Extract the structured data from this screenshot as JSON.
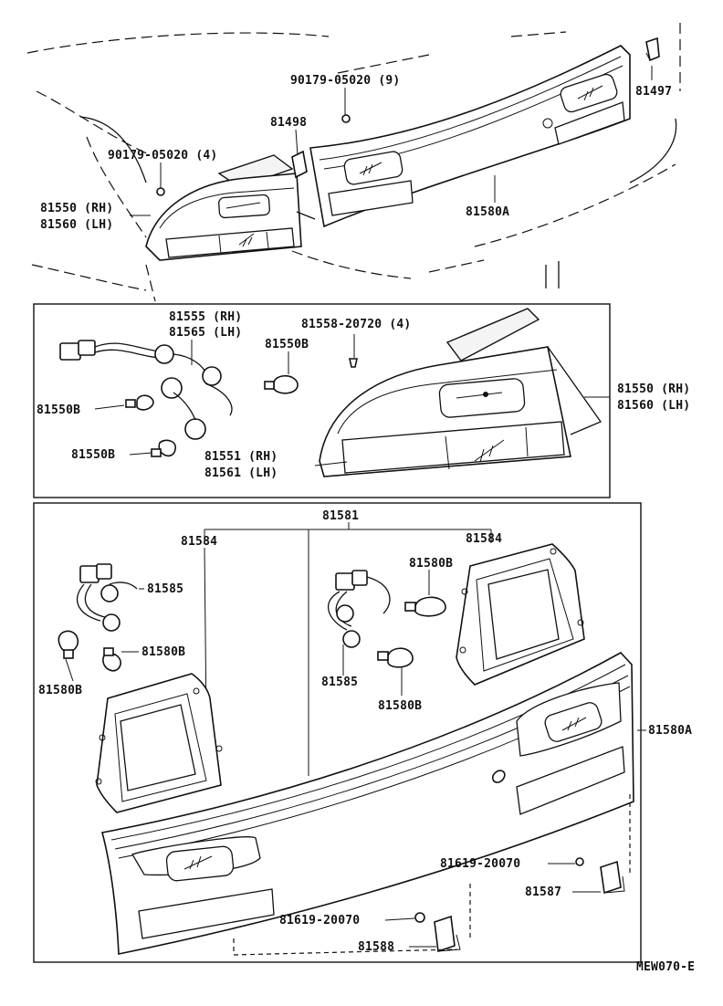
{
  "callouts": {
    "c1": "90179-05020 (9)",
    "c2": "81497",
    "c3": "81498",
    "c4": "90179-05020 (4)",
    "c5a": "81550 (RH)",
    "c5b": "81560 (LH)",
    "c6": "81580A",
    "c7a": "81555 (RH)",
    "c7b": "81565 (LH)",
    "c8": "81558-20720 (4)",
    "c9": "81550B",
    "c10a": "81550 (RH)",
    "c10b": "81560 (LH)",
    "c11": "81550B",
    "c12": "81550B",
    "c13a": "81551 (RH)",
    "c13b": "81561 (LH)",
    "c14": "81581",
    "c15": "81584",
    "c16": "81584",
    "c17": "81585",
    "c18": "81580B",
    "c19": "81580B",
    "c20": "81580B",
    "c21": "81585",
    "c22": "81580B",
    "c23": "81580A",
    "c24": "81619-20070",
    "c25": "81587",
    "c26": "81619-20070",
    "c27": "81588"
  },
  "diagram_code": "MEW070-E"
}
